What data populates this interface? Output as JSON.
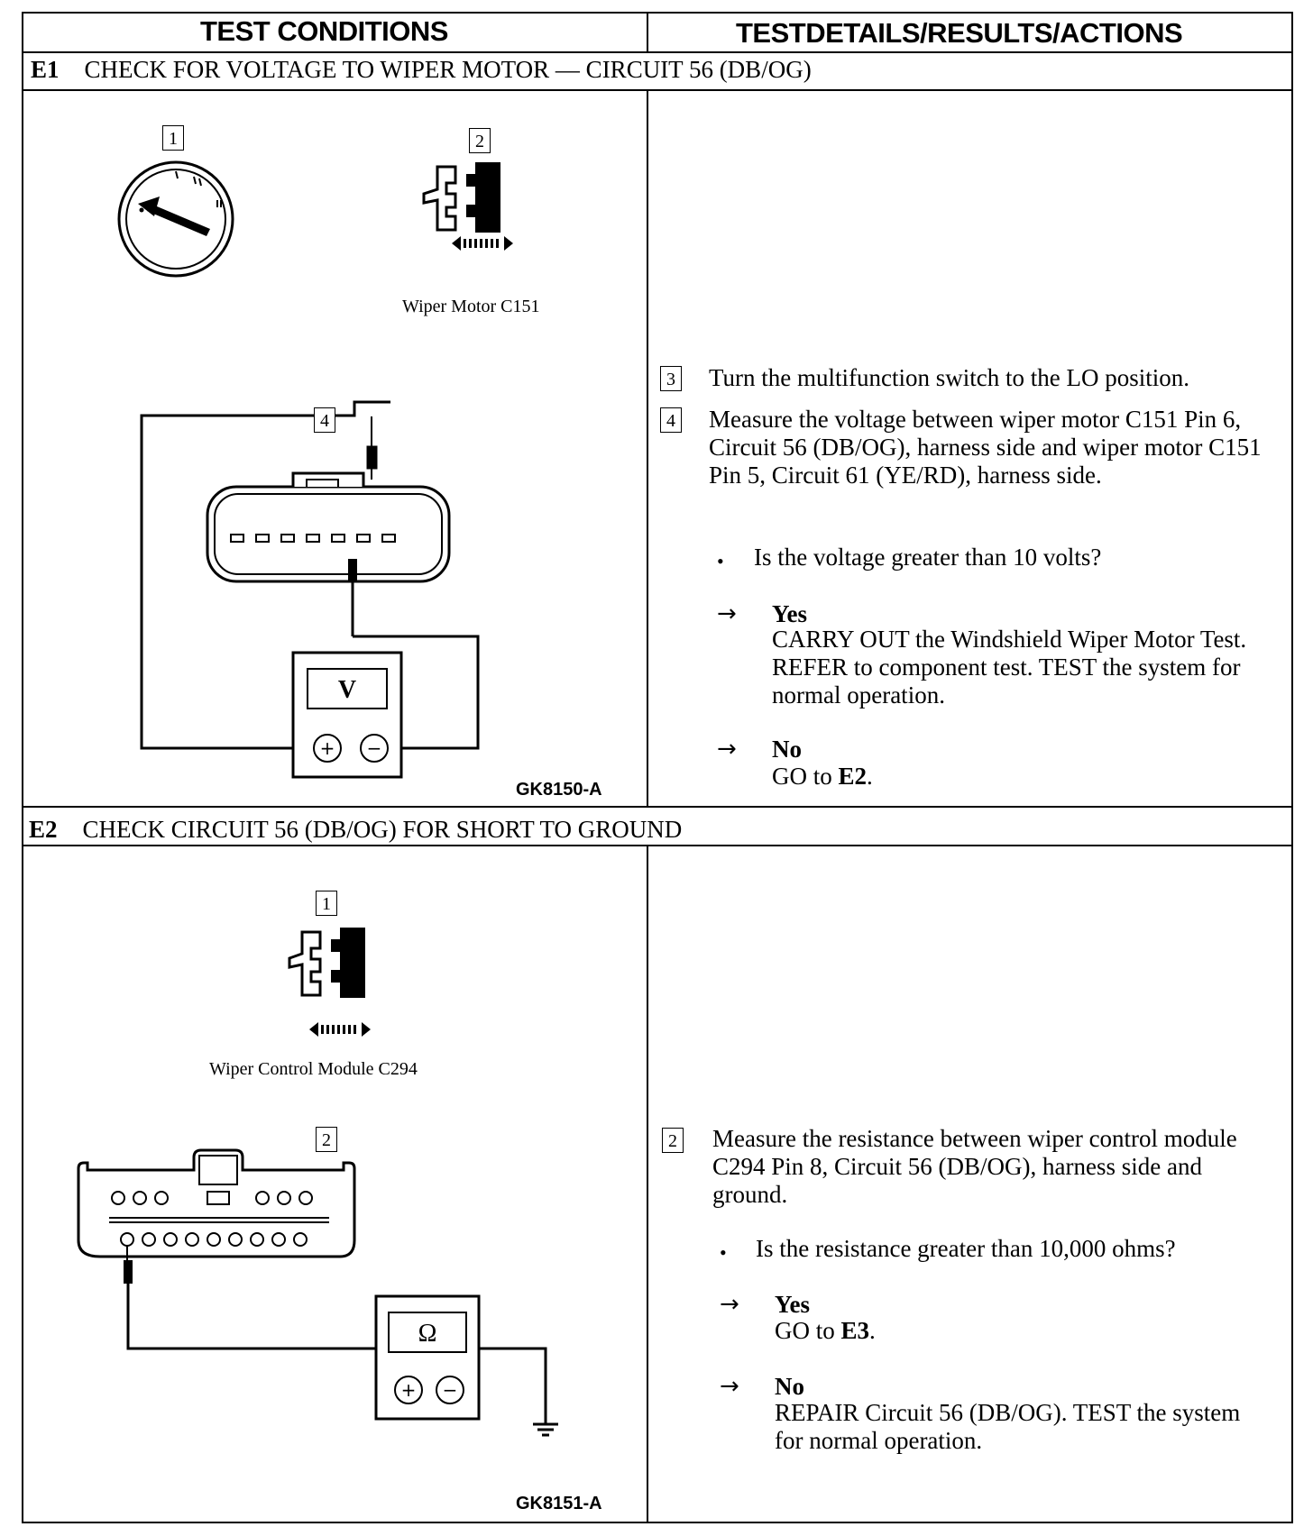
{
  "header": {
    "col1": "TEST CONDITIONS",
    "col2": "TESTDETAILS/RESULTS/ACTIONS"
  },
  "e1": {
    "id": "E1",
    "title": "CHECK FOR VOLTAGE TO WIPER MOTOR — CIRCUIT 56 (DB/OG)",
    "fig_nums": [
      "1",
      "2",
      "4"
    ],
    "connector_caption": "Wiper Motor C151",
    "meter_label": "V",
    "figure_code": "GK8150-A",
    "steps": [
      {
        "num": "3",
        "text": "Turn the multifunction switch to the LO position."
      },
      {
        "num": "4",
        "text": "Measure the voltage between wiper motor C151 Pin 6, Circuit 56 (DB/OG), harness side and wiper motor C151 Pin 5, Circuit 61 (YE/RD), harness side."
      }
    ],
    "question": "Is the voltage greater than 10 volts?",
    "yes_label": "Yes",
    "yes_text": "CARRY OUT the Windshield Wiper Motor Test. REFER to component test. TEST the system for normal operation.",
    "no_label": "No",
    "no_prefix": "GO to ",
    "no_target": "E2",
    "no_suffix": "."
  },
  "e2": {
    "id": "E2",
    "title": "CHECK CIRCUIT 56 (DB/OG) FOR SHORT TO GROUND",
    "fig_nums": [
      "1",
      "2"
    ],
    "connector_caption": "Wiper Control Module C294",
    "meter_label": "Ω",
    "figure_code": "GK8151-A",
    "steps": [
      {
        "num": "2",
        "text": "Measure the resistance between wiper control module C294 Pin 8, Circuit 56 (DB/OG), harness side and ground."
      }
    ],
    "question": "Is the resistance greater than 10,000 ohms?",
    "yes_label": "Yes",
    "yes_prefix": "GO to ",
    "yes_target": "E3",
    "yes_suffix": ".",
    "no_label": "No",
    "no_text": "REPAIR Circuit 56 (DB/OG). TEST the system for normal operation."
  },
  "symbols": {
    "arrow": "→",
    "bullet": "•",
    "plus": "+",
    "minus": "−"
  }
}
